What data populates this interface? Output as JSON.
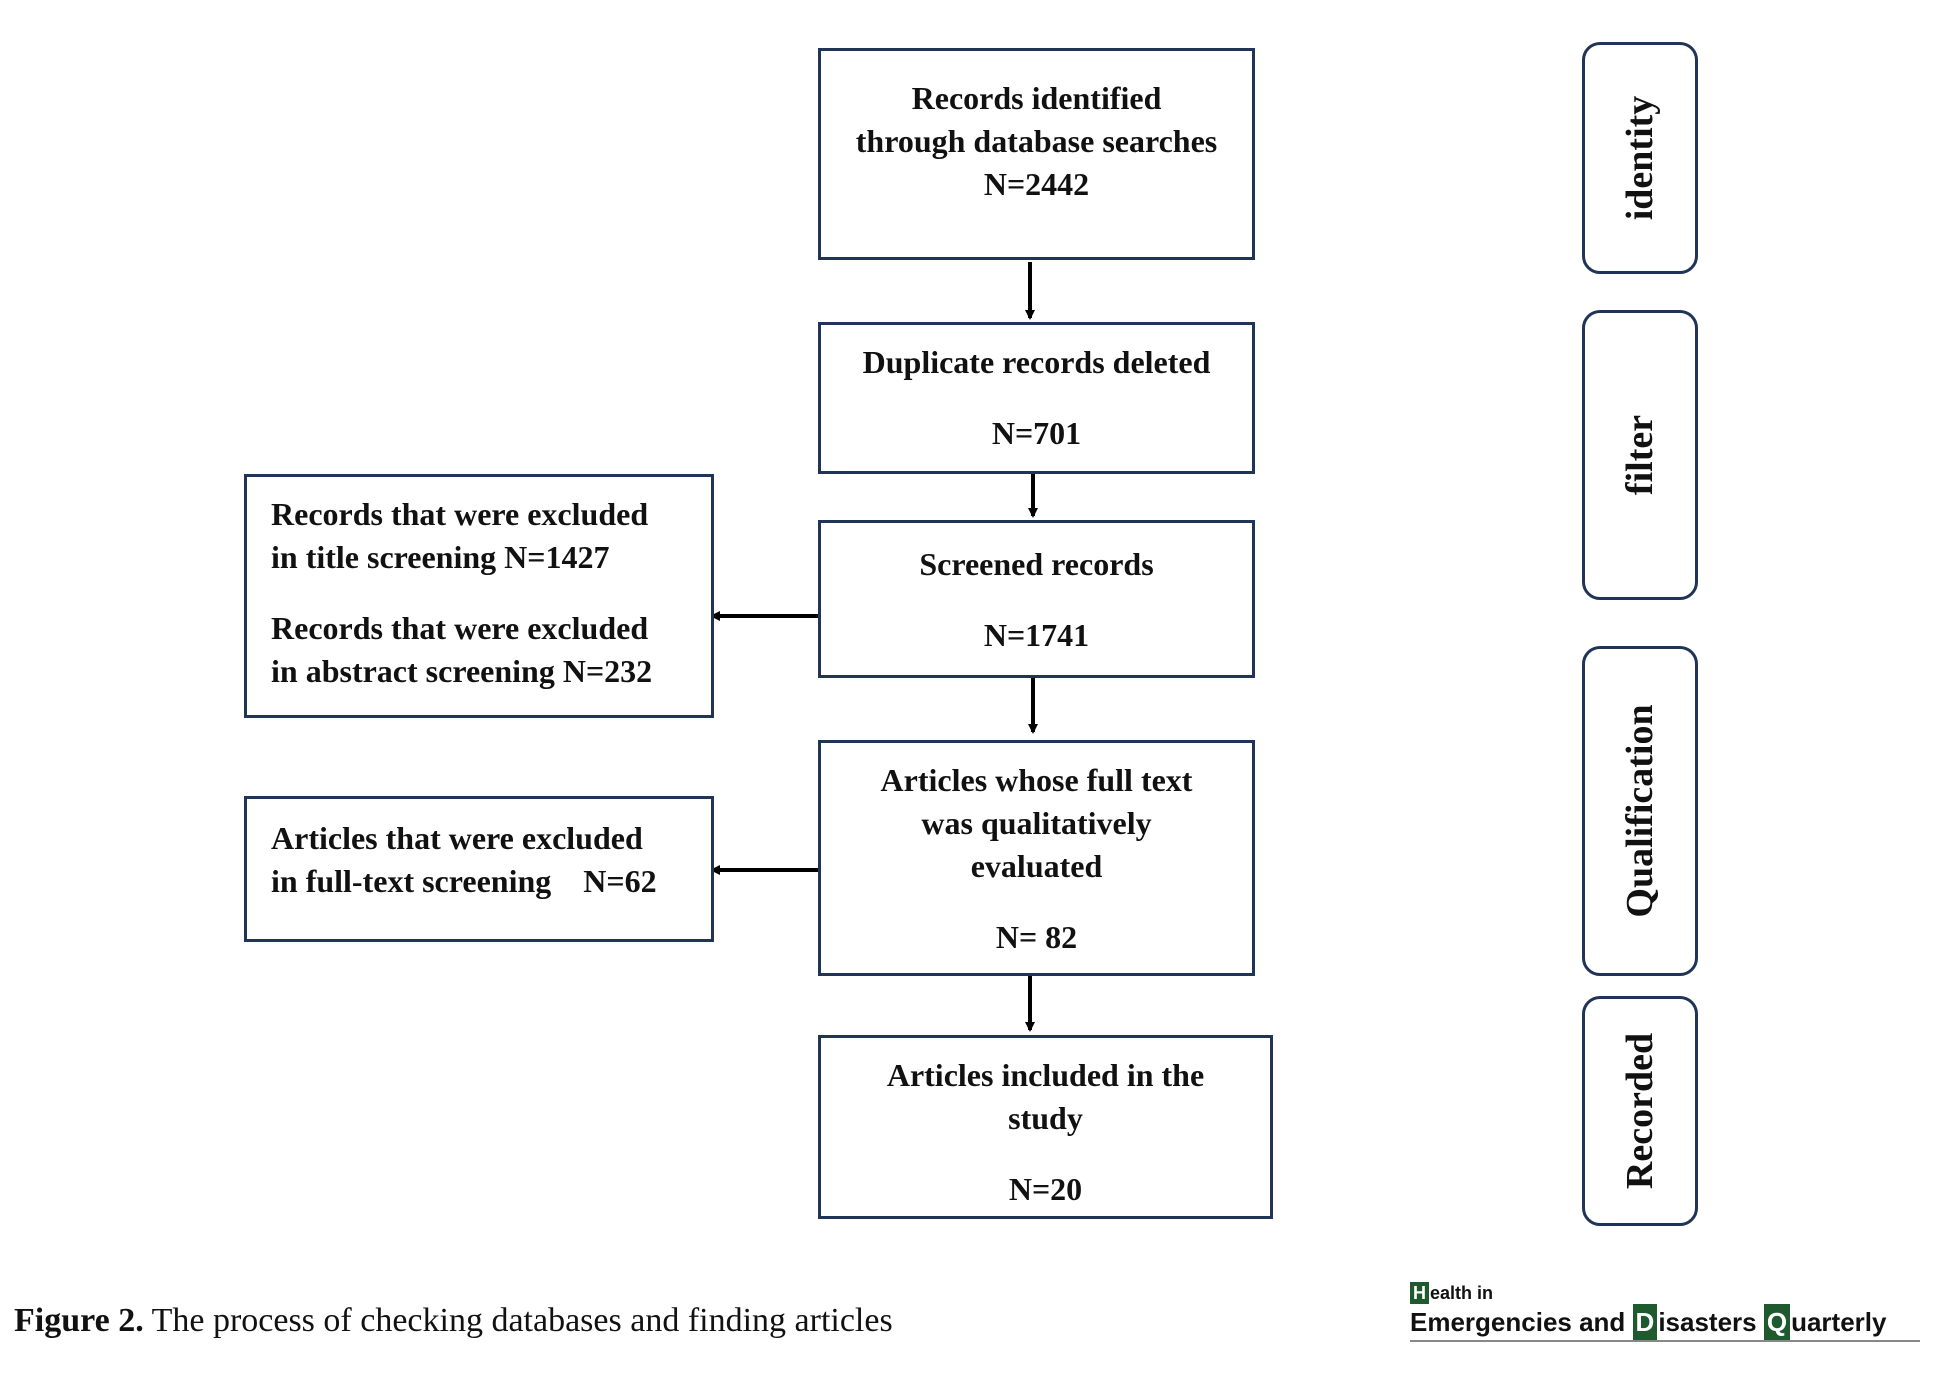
{
  "boxes": {
    "identified": [
      "Records identified",
      "through database searches",
      "N=2442"
    ],
    "duplicates": [
      "Duplicate records deleted",
      "N=701"
    ],
    "screened": [
      "Screened records",
      "N=1741"
    ],
    "excluded_screening": [
      "Records that were excluded",
      "in title screening N=1427",
      "Records that were excluded",
      "in abstract screening N=232"
    ],
    "fulltext": [
      "Articles whose full text",
      "was qualitatively",
      "evaluated",
      "N= 82"
    ],
    "excluded_fulltext": [
      "Articles that were excluded",
      "in full-text screening    N=62"
    ],
    "included": [
      "Articles included in the",
      "study",
      "N=20"
    ]
  },
  "stages": [
    "identity",
    "filter",
    "Qualification",
    "Recorded"
  ],
  "caption": {
    "label": "Figure 2.",
    "text": " The process of checking databases and finding articles"
  },
  "logo": {
    "line1_initial": "H",
    "line1_rest": "ealth in",
    "w1": "Emergencies and ",
    "d_initial": "D",
    "w2": "isasters ",
    "q_initial": "Q",
    "w3": "uarterly"
  },
  "colors": {
    "border": "#1f3456",
    "arrow": "#000000",
    "logo_accent": "#1f5a2e"
  }
}
